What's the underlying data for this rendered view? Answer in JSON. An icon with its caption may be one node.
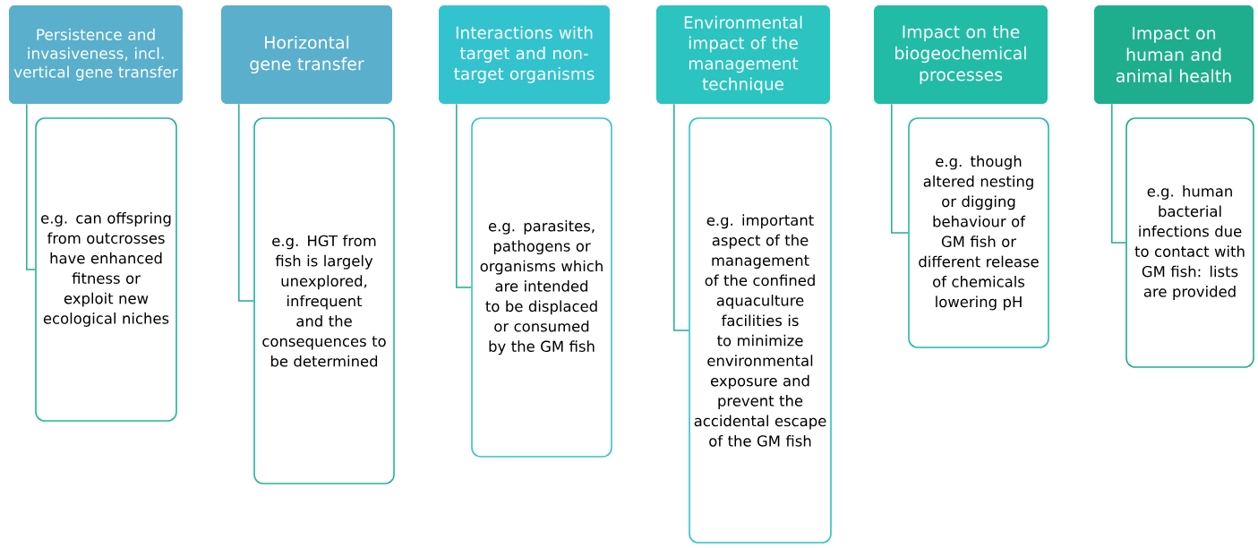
{
  "diagram": {
    "nodes": [
      {
        "text": [
          "Persistence and invasiveness, incl. vertical gene transfer"
        ]
      },
      {
        "text": [
          "e.g. can offspring from outcrosses have enhanced fitness or exploit new ecological niches"
        ]
      },
      {
        "text": [
          "Horizontal gene transfer"
        ]
      },
      {
        "text": [
          "e.g. HGT from fish is largely unexplored, infrequent and the consequences to be determined"
        ]
      },
      {
        "text": [
          "Interactions with target and non-target organisms"
        ]
      },
      {
        "text": [
          "e.g. parasites, pathogens or organisms which are intended to be displaced or consumed by the GM fish"
        ]
      },
      {
        "text": [
          "Environmental impact of the management technique"
        ]
      },
      {
        "text": [
          "e.g. important aspect of the management of the confined aquaculture facilities is to minimize environmental exposure and prevent the accidental escape of the GM fish"
        ]
      },
      {
        "text": [
          "Impact on the biogeochemical processes"
        ]
      },
      {
        "text": [
          "e.g. though altered nesting or digging behaviour of GM fish or different release of chemicals lowering pH"
        ]
      },
      {
        "text": [
          "Impact on human and animal health"
        ]
      },
      {
        "text": [
          "e.g. human bacterial infections due to contact with GM fish: lists are provided"
        ]
      }
    ],
    "edges": [
      {
        "from": 0,
        "to": 1,
        "arrow": "none"
      },
      {
        "from": 2,
        "to": 3,
        "arrow": "none"
      },
      {
        "from": 4,
        "to": 5,
        "arrow": "none"
      },
      {
        "from": 6,
        "to": 7,
        "arrow": "none"
      },
      {
        "from": 8,
        "to": 9,
        "arrow": "none"
      },
      {
        "from": 10,
        "to": 11,
        "arrow": "none"
      }
    ]
  }
}
